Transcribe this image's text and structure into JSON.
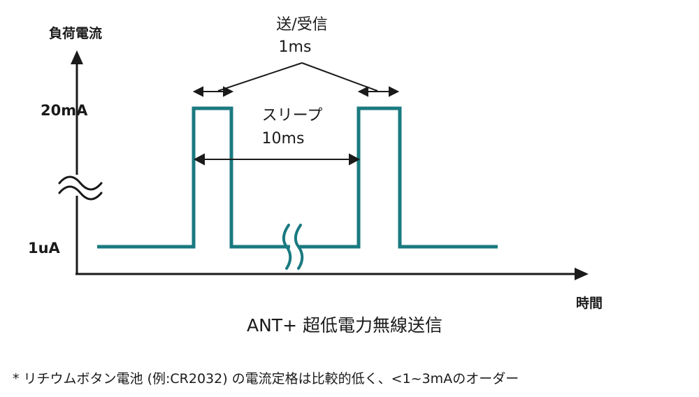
{
  "colors": {
    "signal": "#1a7a80",
    "axis": "#1a1a1a",
    "text": "#1a1a1a"
  },
  "axes": {
    "y_label": "負荷電流",
    "x_label": "時間",
    "y_ticks": [
      "20mA",
      "1uA"
    ]
  },
  "annotations": {
    "tx_rx_label": "送/受信",
    "tx_rx_duration": "1ms",
    "sleep_label": "スリープ",
    "sleep_duration": "10ms"
  },
  "title": "ANT+ 超低電力無線送信",
  "footnote": "* リチウムボタン電池 (例:CR2032) の電流定格は比較的低く、<1~3mAのオーダー"
}
